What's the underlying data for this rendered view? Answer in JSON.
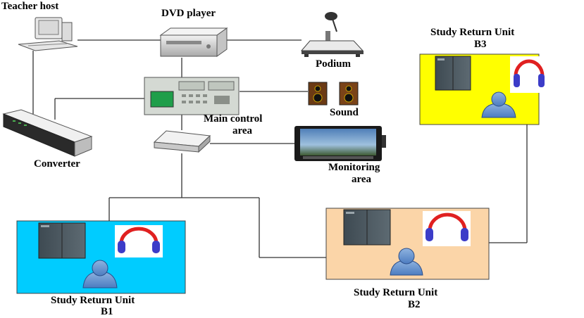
{
  "labels": {
    "teacher_host": "Teacher host",
    "dvd_player": "DVD player",
    "podium": "Podium",
    "sound": "Sound",
    "main_control_line1": "Main control",
    "main_control_line2": "area",
    "converter": "Converter",
    "monitoring_line1": "Monitoring",
    "monitoring_line2": "area"
  },
  "units": {
    "b1": {
      "line1": "Study Return Unit",
      "line2": "B1",
      "color": "#00CCFF"
    },
    "b2": {
      "line1": "Study Return Unit",
      "line2": "B2",
      "color": "#FBD5A8"
    },
    "b3": {
      "line1": "Study Return Unit",
      "line2": "B3",
      "color": "#FFFF00"
    }
  },
  "icons": [
    "computer-icon",
    "dvd-player-icon",
    "podium-icon",
    "control-console-icon",
    "speakers-icon",
    "converter-icon",
    "switch-icon",
    "monitor-icon",
    "cabinet-icon",
    "headphones-icon",
    "user-icon"
  ]
}
